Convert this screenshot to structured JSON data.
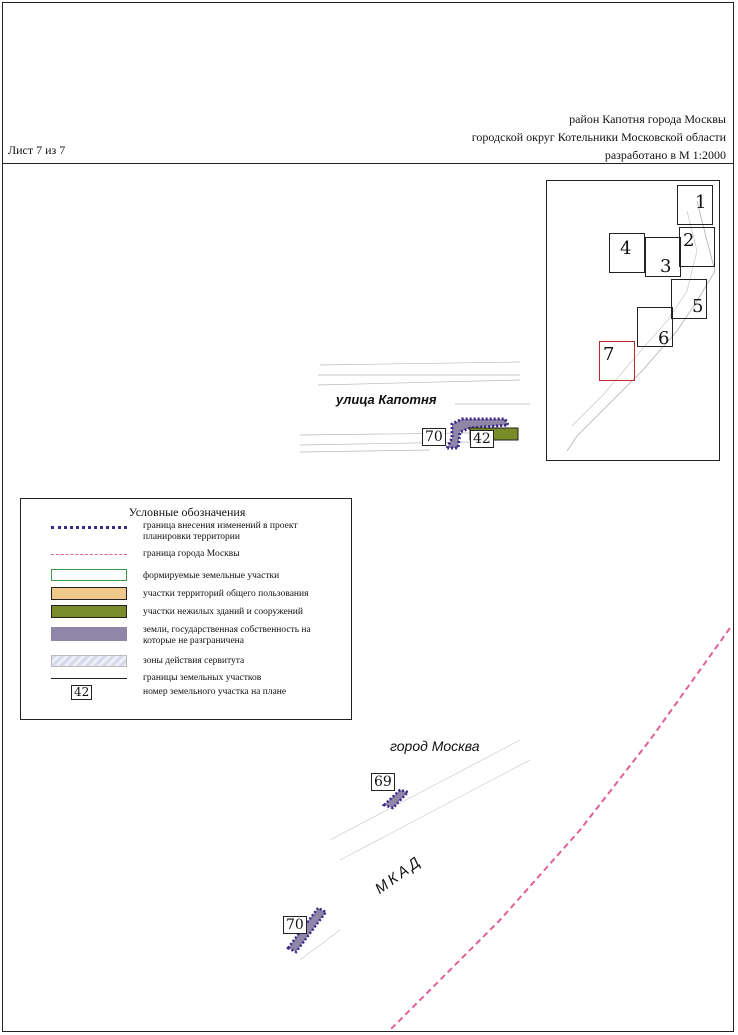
{
  "header": {
    "sheet_label": "Лист 7 из 7",
    "line1": "район Капотня города Москвы",
    "line2": "городской округ Котельники Московской области",
    "line3": "разработано в М 1:2000"
  },
  "map": {
    "street_name": "улица Капотня",
    "city_name": "город Москва",
    "ring_road": "МКАД",
    "parcels": [
      "70",
      "42",
      "69",
      "70"
    ]
  },
  "keymap": {
    "sheets": [
      "1",
      "2",
      "3",
      "4",
      "5",
      "6",
      "7"
    ],
    "current_sheet": "7",
    "current_color": "#c0262d"
  },
  "legend": {
    "title": "Условные обозначения",
    "items": [
      {
        "text": "граница внесения изменений в проект планировки территории"
      },
      {
        "text": "граница города Москвы"
      },
      {
        "text": "формируемые земельные участки"
      },
      {
        "text": "участки территорий общего пользования"
      },
      {
        "text": "участки нежилых зданий и сооружений"
      },
      {
        "text": "земли, государственная собственность на которые не разграничена"
      },
      {
        "text": "зоны действия сервитута"
      },
      {
        "text": "границы земельных участков"
      },
      {
        "text": "номер земельного участка на плане"
      }
    ],
    "sample_number": "42"
  },
  "colors": {
    "change_boundary": "#3b2a8a",
    "moscow_boundary": "#e0609a",
    "forming_parcels": "#3a9a4a",
    "public_use_fill": "#f0c88a",
    "non_residential_fill": "#7a8c2a",
    "state_land_fill": "#8f86a8",
    "servitude_fill": "#d6d8ec"
  }
}
